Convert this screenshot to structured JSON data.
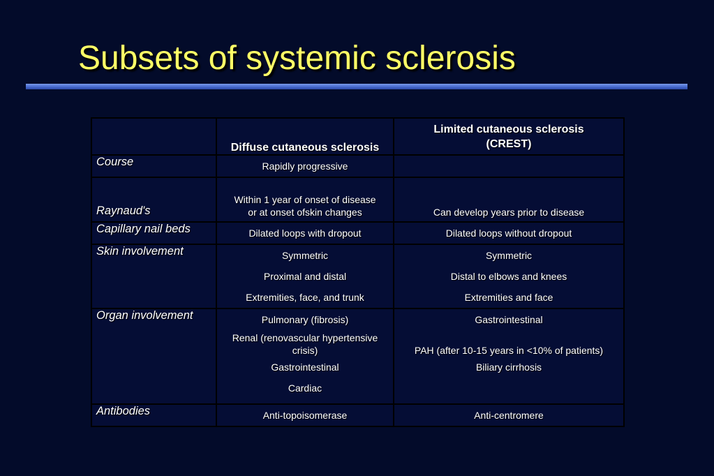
{
  "title": "Subsets of systemic sclerosis",
  "table": {
    "headers": {
      "blank": "",
      "diffuse": "Diffuse cutaneous sclerosis",
      "limited_line1": "Limited cutaneous sclerosis",
      "limited_line2": "(CREST)"
    },
    "course": {
      "label": "Course",
      "diffuse": "Rapidly progressive",
      "limited": ""
    },
    "raynauds": {
      "label": "Raynaud's",
      "diffuse_line1": "Within 1 year of onset of disease",
      "diffuse_line2": "or at onset ofskin changes",
      "limited": "Can develop years prior to disease"
    },
    "capillary": {
      "label": "Capillary nail beds",
      "diffuse": "Dilated loops with dropout",
      "limited": "Dilated loops without dropout"
    },
    "skin": {
      "label": "Skin involvement",
      "diffuse": [
        "Symmetric",
        "Proximal and distal",
        "Extremities, face, and trunk"
      ],
      "limited": [
        "Symmetric",
        "Distal to elbows and knees",
        "Extremities and face"
      ]
    },
    "organ": {
      "label": "Organ involvement",
      "diffuse_1": "Pulmonary (fibrosis)",
      "diffuse_2a": "Renal (renovascular hypertensive",
      "diffuse_2b": "crisis)",
      "diffuse_3": "Gastrointestinal",
      "diffuse_4": "Cardiac",
      "limited_1": "Gastrointestinal",
      "limited_2": "PAH (after 10-15 years in <10% of patients)",
      "limited_3": "Biliary cirrhosis"
    },
    "antibodies": {
      "label": "Antibodies",
      "diffuse": "Anti-topoisomerase",
      "limited": "Anti-centromere"
    }
  }
}
